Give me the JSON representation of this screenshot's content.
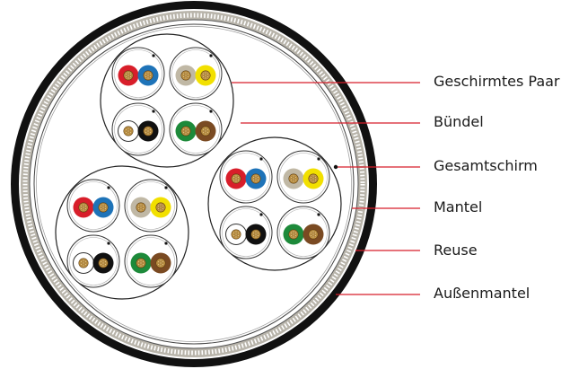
{
  "labels": {
    "shielded_pair": "Geschirmtes Paar",
    "bundle": "Bündel",
    "overall_shield": "Gesamtschirm",
    "jacket": "Mantel",
    "braid": "Reuse",
    "outer_jacket": "Außenmantel"
  },
  "colors": {
    "leader_line": "#d81e2a",
    "outer_jacket": "#111111",
    "braid": "#b8b4aa",
    "copper_core": "#c89a45",
    "wire_red": "#d81e2a",
    "wire_blue": "#1e73b8",
    "wire_grey": "#c0b8a5",
    "wire_yellow": "#f2e000",
    "wire_white": "#ffffff",
    "wire_black": "#111111",
    "wire_green": "#1d8a3a",
    "wire_brown": "#7a4a22"
  },
  "bundle_pairs": [
    [
      "wire_red",
      "wire_blue"
    ],
    [
      "wire_grey",
      "wire_yellow"
    ],
    [
      "wire_white",
      "wire_black"
    ],
    [
      "wire_green",
      "wire_brown"
    ]
  ]
}
